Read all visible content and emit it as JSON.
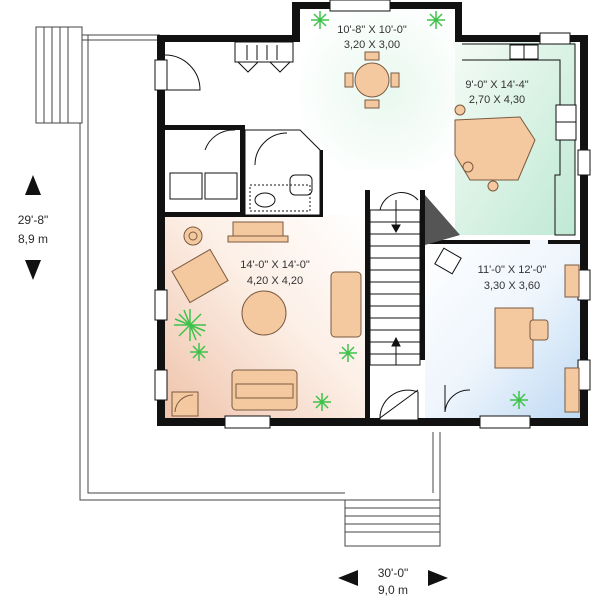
{
  "rooms": {
    "dining": {
      "imperial": "10'-8\" X 10'-0\"",
      "metric": "3,20 X 3,00"
    },
    "kitchen": {
      "imperial": "9'-0\" X 14'-4\"",
      "metric": "2,70 X 4,30"
    },
    "living": {
      "imperial": "14'-0\" X 14'-0\"",
      "metric": "4,20 X 4,20"
    },
    "office": {
      "imperial": "11'-0\" X 12'-0\"",
      "metric": "3,30 X 3,60"
    }
  },
  "dimensions": {
    "depth": {
      "imperial": "29'-8\"",
      "metric": "8,9 m"
    },
    "width": {
      "imperial": "30'-0\"",
      "metric": "9,0 m"
    }
  },
  "colors": {
    "wall": "#111111",
    "furniture": "#f5c9a0",
    "furniture_stroke": "#7a5a40",
    "plant": "#3ec24a",
    "fill_green": "#d9f2e3",
    "fill_blue": "#cfe3f7",
    "fill_peach": "#f6d6c4"
  }
}
